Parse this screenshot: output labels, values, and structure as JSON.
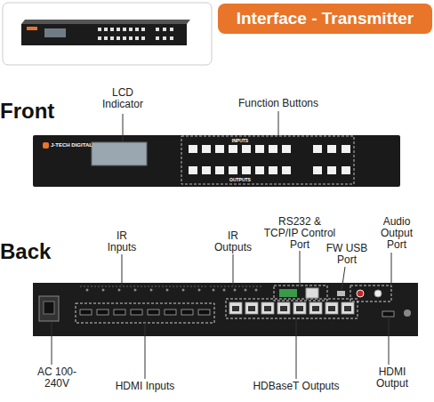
{
  "diagram": {
    "title": "Interface - Transmitter",
    "nodes": [
      {
        "text": [
          "J-TECH DIGITAL",
          "INPUTS",
          "OUTPUTS"
        ]
      }
    ],
    "labels": [
      "Front",
      "Back",
      "LCD Indicator",
      "Function Buttons",
      "IR Inputs",
      "IR Outputs",
      "RS232 & TCP/IP Control Port",
      "FW USB Port",
      "Audio Output Port",
      "AC 100-240V",
      "HDMI Inputs",
      "HDBaseT Outputs",
      "HDMI Output"
    ]
  }
}
